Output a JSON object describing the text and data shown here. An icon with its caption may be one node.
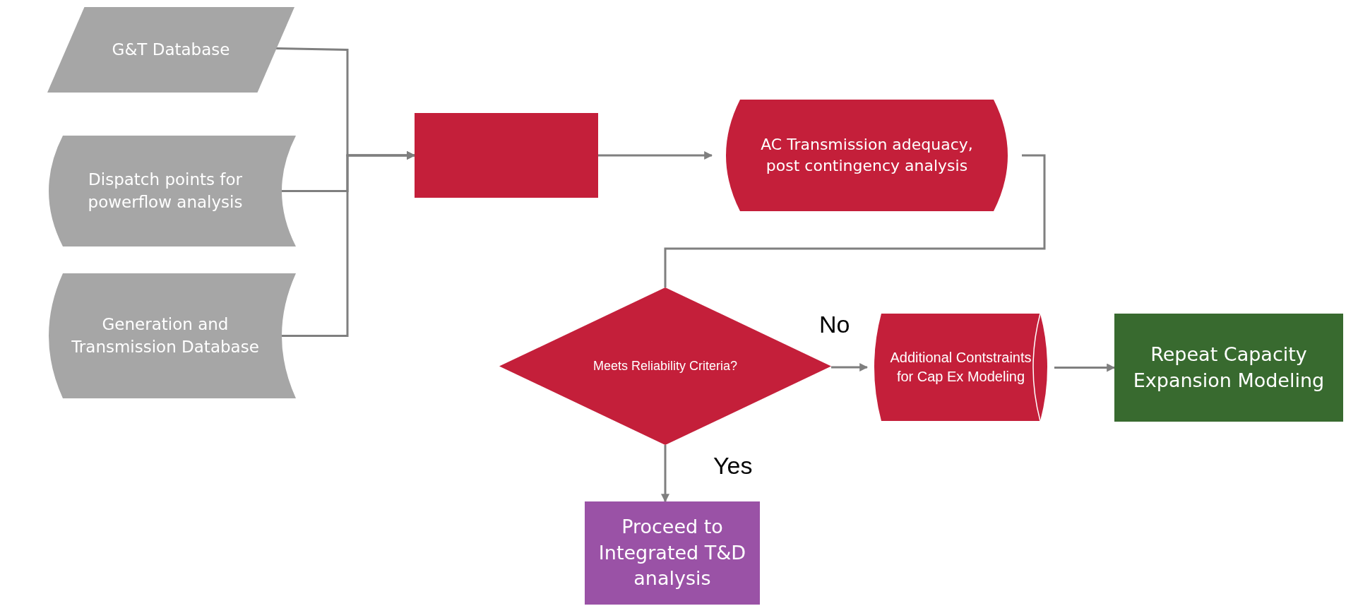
{
  "diagram": {
    "nodes": [
      {
        "text": [
          "G&T Database"
        ]
      },
      {
        "text": [
          "Dispatch points for powerflow analysis"
        ]
      },
      {
        "text": [
          "Generation and Transmission Database"
        ]
      },
      {
        "text": [],
        "shape": "box"
      },
      {
        "text": [
          "AC Transmission adequacy, post contingency analysis"
        ]
      },
      {
        "text": [
          "Meets Reliability Criteria?"
        ]
      },
      {
        "text": [
          "Additional Contstraints for Cap Ex Modeling"
        ]
      },
      {
        "text": [
          "Repeat Capacity Expansion Modeling"
        ]
      },
      {
        "text": [
          "Proceed to Integrated T&D analysis"
        ]
      }
    ],
    "edges": [
      {
        "from": 0,
        "to": 3,
        "arrow": "to"
      },
      {
        "from": 1,
        "to": 3,
        "arrow": "to"
      },
      {
        "from": 2,
        "to": 3,
        "arrow": "to"
      },
      {
        "from": 3,
        "to": 4,
        "arrow": "to"
      },
      {
        "from": 4,
        "to": 5,
        "arrow": "none"
      },
      {
        "from": 5,
        "to": 6,
        "arrow": "to",
        "label": "No"
      },
      {
        "from": 6,
        "to": 7,
        "arrow": "to"
      },
      {
        "from": 5,
        "to": 8,
        "arrow": "to",
        "label": "Yes"
      }
    ]
  }
}
